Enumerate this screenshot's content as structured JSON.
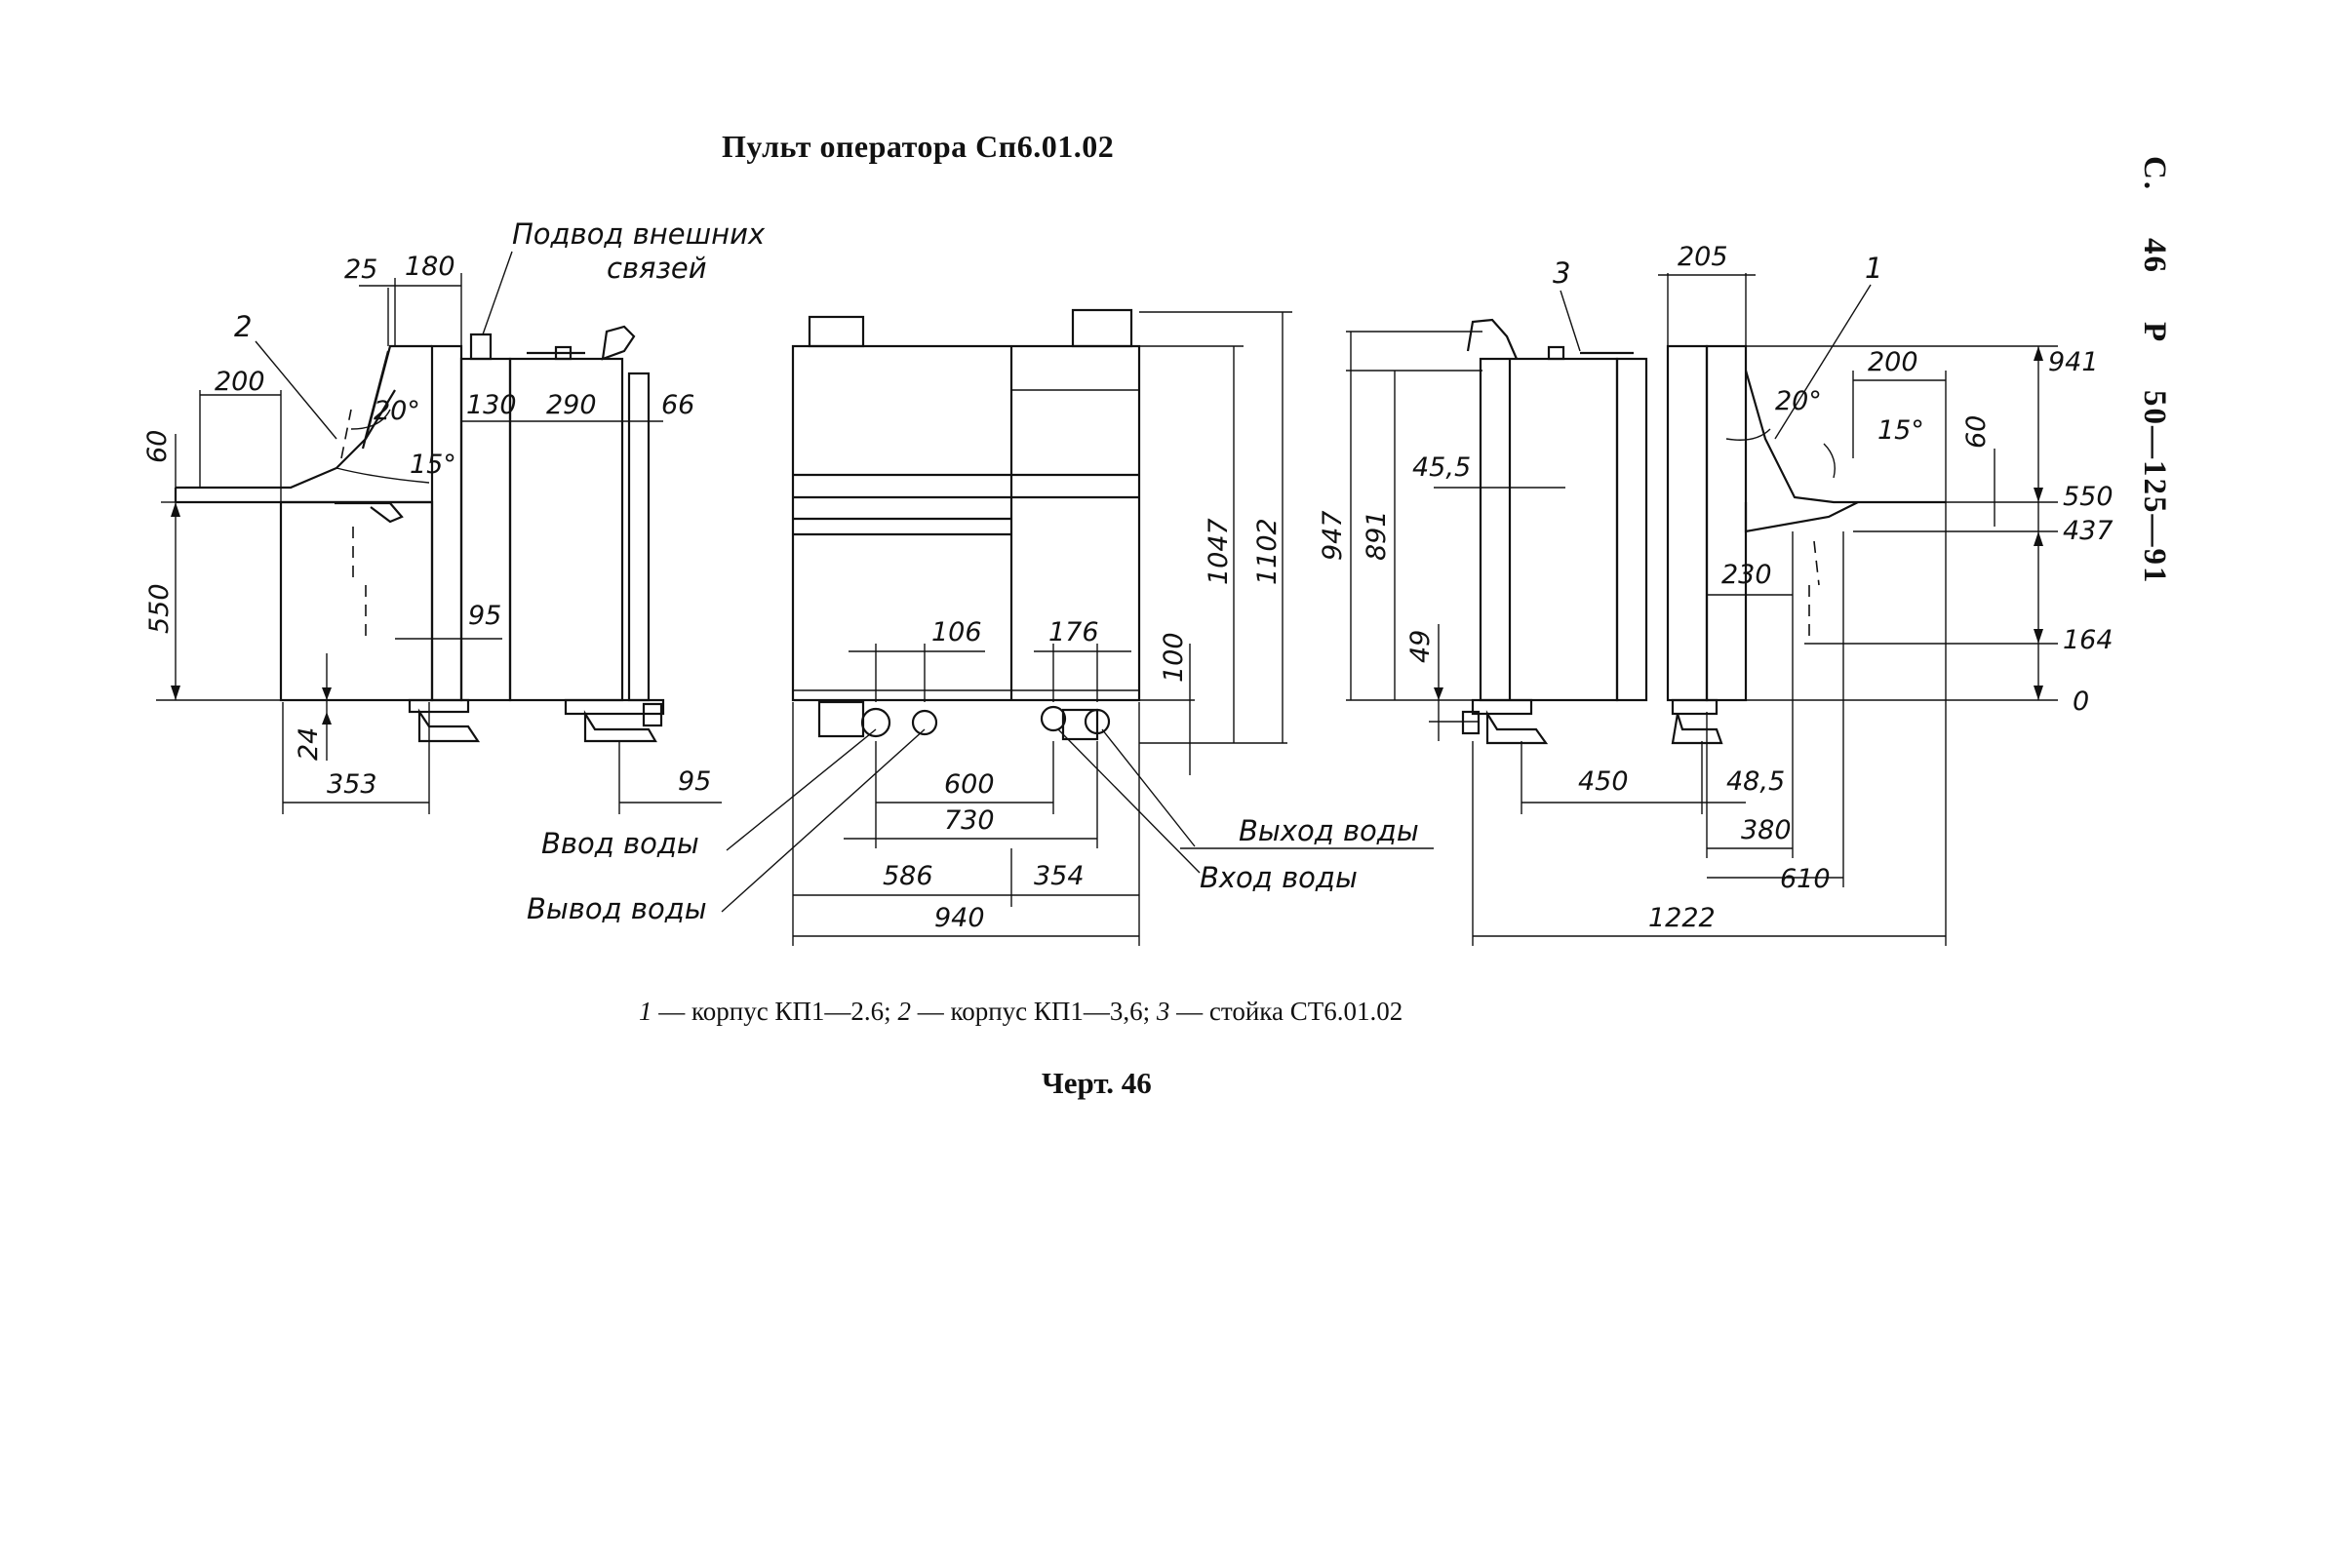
{
  "title": "Пульт оператора Сп6.01.02",
  "side_ref": [
    "С.",
    "46",
    "Р",
    "50—125—91"
  ],
  "caption": {
    "n1": "1",
    "t1": " — корпус КП1—2.6; ",
    "n2": "2",
    "t2": " — корпус КП1—3,6; ",
    "n3": "3",
    "t3": " — стойка СТ6.01.02"
  },
  "figure_label": "Черт. 46",
  "labels": {
    "supply_external": "Подвод внешних",
    "supply_external_2": "связей",
    "water_in_1": "Ввод воды",
    "water_out_1": "Вывод воды",
    "water_exit_2": "Выход воды",
    "water_entry_2": "Вход воды",
    "part_1": "1",
    "part_2": "2",
    "part_3": "3"
  },
  "dims_left": {
    "d25": "25",
    "d180": "180",
    "d200": "200",
    "d60": "60",
    "a20": "20°",
    "a15": "15°",
    "d130": "130",
    "d290": "290",
    "d66": "66",
    "d550": "550",
    "d95a": "95",
    "d24": "24",
    "d353": "353",
    "d95b": "95"
  },
  "dims_mid": {
    "d106": "106",
    "d176": "176",
    "d100": "100",
    "d1047": "1047",
    "d1102": "1102",
    "d600": "600",
    "d730": "730",
    "d586": "586",
    "d354": "354",
    "d940": "940"
  },
  "dims_right": {
    "d205": "205",
    "d947": "947",
    "d891": "891",
    "d45_5": "45,5",
    "d49": "49",
    "a20": "20°",
    "d200": "200",
    "a15": "15°",
    "d60": "60",
    "d230": "230",
    "h941": "941",
    "h550": "550",
    "h437": "437",
    "h164": "164",
    "h0": "0",
    "d450": "450",
    "d48_5": "48,5",
    "d380": "380",
    "d610": "610",
    "d1222": "1222"
  }
}
